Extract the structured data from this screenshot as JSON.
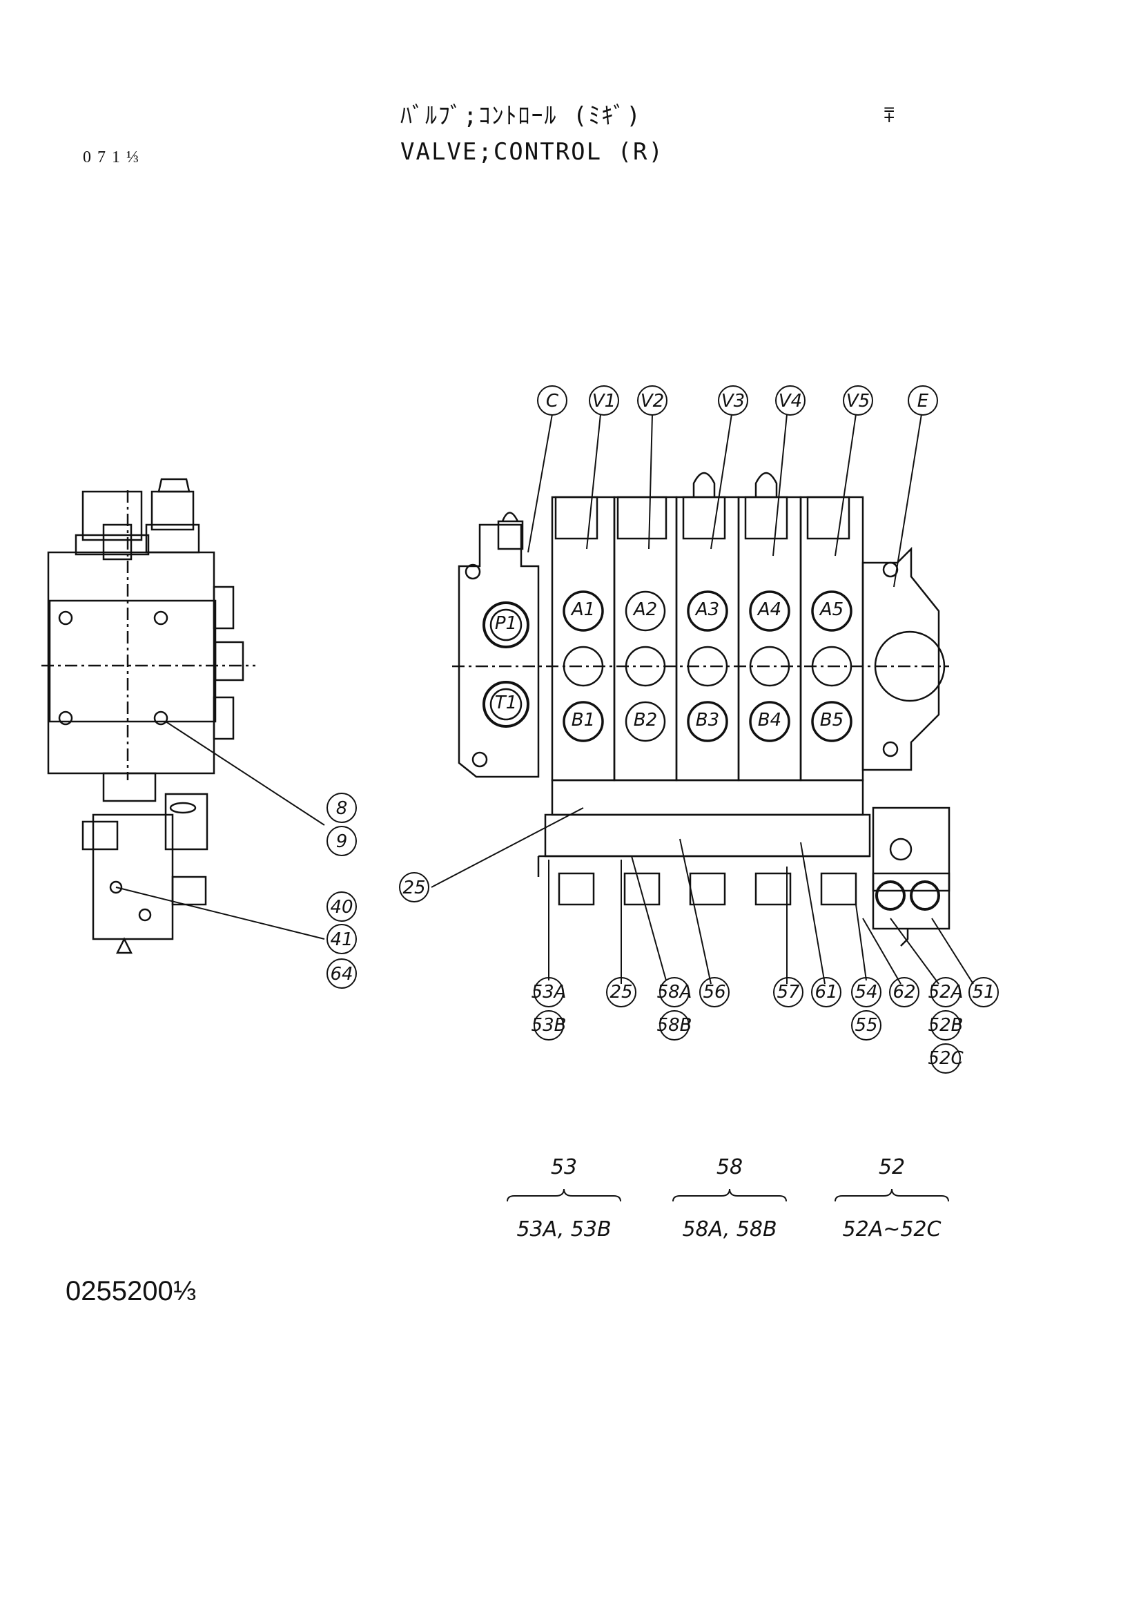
{
  "header": {
    "title_jp": "ﾊﾞﾙﾌﾞ;ｺﾝﾄﾛｰﾙ (ﾐｷﾞ)",
    "title_en": "VALVE;CONTROL (R)",
    "page_ref": "071⅓",
    "corner_mark": "⩱"
  },
  "footer": {
    "drawing_number": "0255200⅓"
  },
  "top_labels": [
    "C",
    "V1",
    "V2",
    "V3",
    "V4",
    "V5",
    "E"
  ],
  "side_callouts": [
    "8",
    "9",
    "40",
    "41",
    "64"
  ],
  "left_callout": "25",
  "bottom_callouts": [
    "53A",
    "53B",
    "25",
    "58A",
    "58B",
    "56",
    "57",
    "61",
    "54",
    "55",
    "62",
    "52A",
    "52B",
    "52C",
    "51"
  ],
  "port_labels": [
    "P1",
    "T1",
    "A1",
    "A2",
    "A3",
    "A4",
    "A5",
    "B1",
    "B2",
    "B3",
    "B4",
    "B5"
  ],
  "legend": [
    {
      "code": "53",
      "members": "53A, 53B"
    },
    {
      "code": "58",
      "members": "58A, 58B"
    },
    {
      "code": "52",
      "members": "52A~52C"
    }
  ]
}
